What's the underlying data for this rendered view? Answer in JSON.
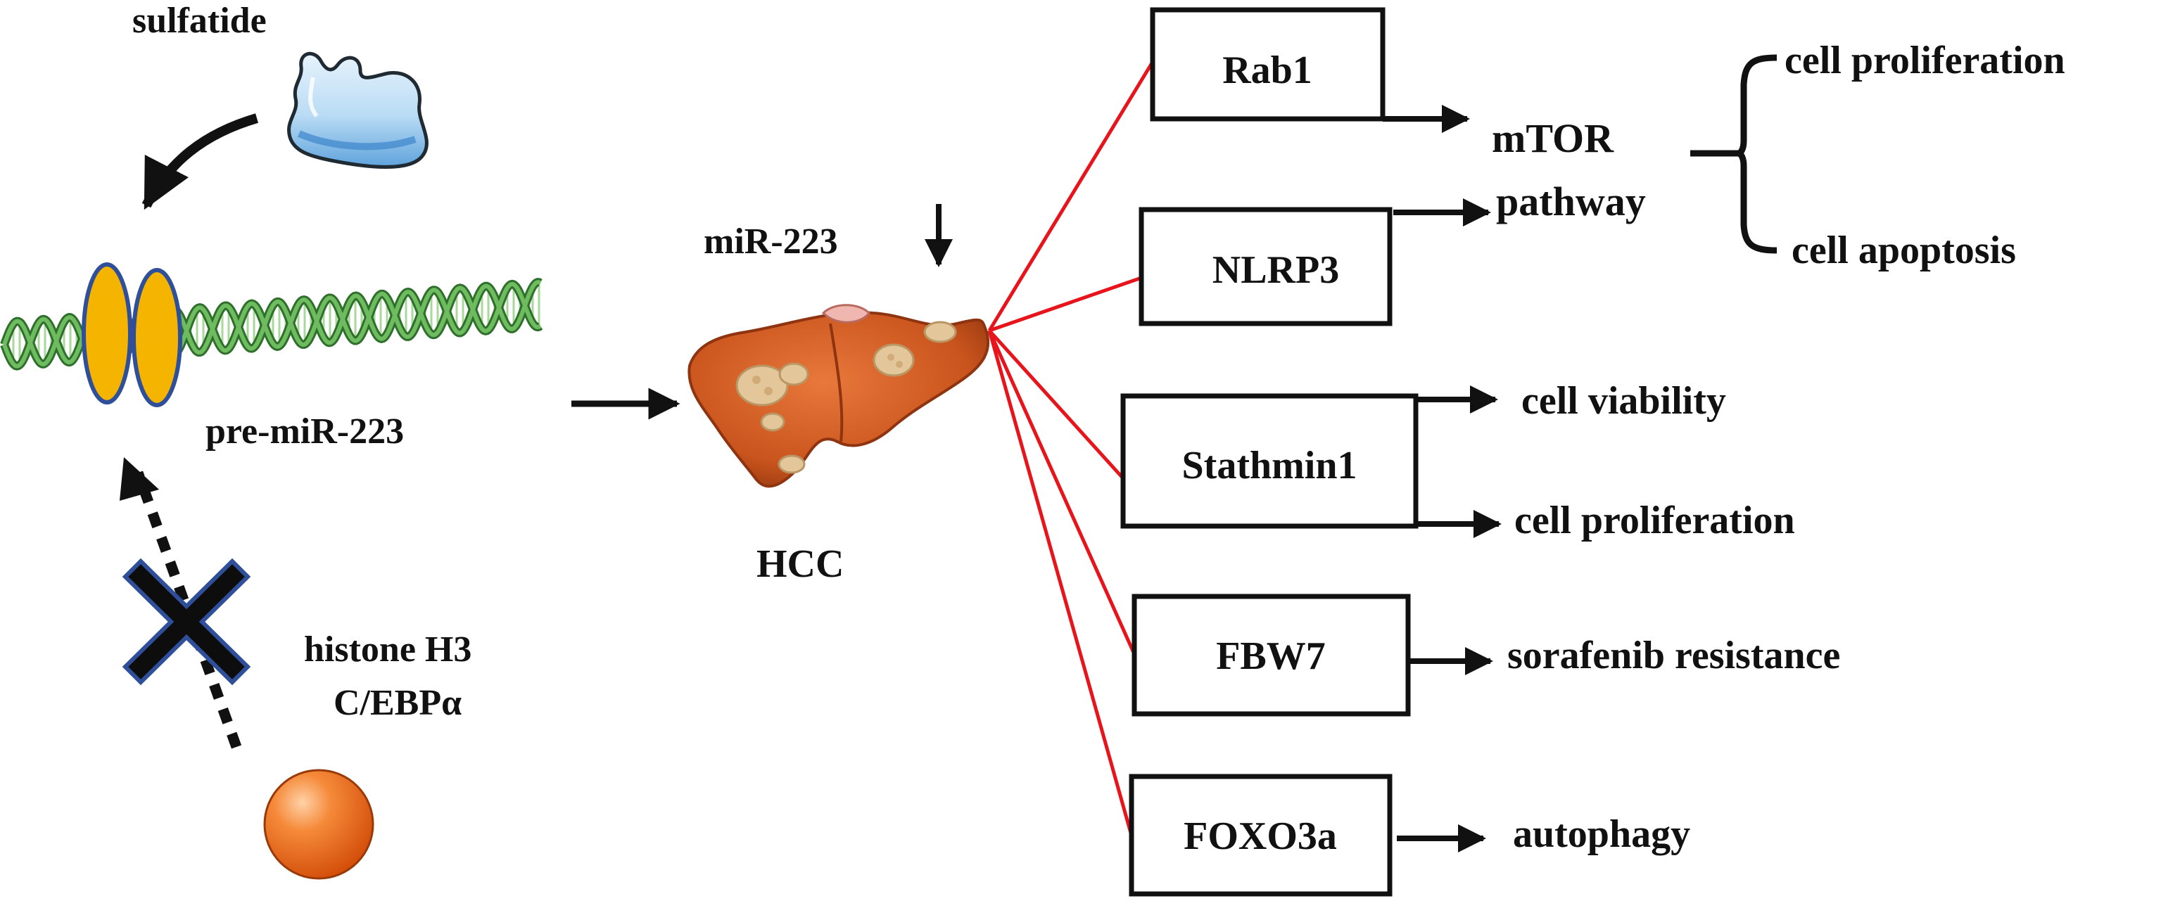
{
  "colors": {
    "ink": "#111111",
    "link_red": "#e8141b",
    "liver": "#c9541d",
    "liver_dark": "#8e3410",
    "tumor": "#e3c79a",
    "dna_green": "#3f8f3a",
    "dna_light": "#a9d89b",
    "nucleosome": "#f5b400",
    "nucleosome_edge": "#2f4f9a",
    "cross_fill": "#0d0d0d",
    "cross_edge": "#2f4f9a",
    "sulfatide": "#a9cfee",
    "sulfatide_edge": "#1f2a33",
    "ball": "#ef6a14"
  },
  "labels": {
    "sulfatide": "sulfatide",
    "pre_mir": "pre-miR-223",
    "histone": "histone H3",
    "cebpa": "C/EBPα",
    "mir223": "miR-223",
    "hcc": "HCC",
    "mtor_line1": "mTOR",
    "mtor_line2": "pathway",
    "cell_proliferation_top": "cell proliferation",
    "cell_apoptosis": "cell apoptosis",
    "cell_viability": "cell viability",
    "cell_proliferation_mid": "cell proliferation",
    "sorafenib": "sorafenib resistance",
    "autophagy": "autophagy"
  },
  "targets": [
    {
      "name": "Rab1"
    },
    {
      "name": "NLRP3"
    },
    {
      "name": "Stathmin1"
    },
    {
      "name": "FBW7"
    },
    {
      "name": "FOXO3a"
    }
  ],
  "icons": {
    "sulfatide": "sulfatide-molecule-icon",
    "dna": "dna-helix-icon",
    "liver": "liver-hcc-icon",
    "ball": "protein-ball-icon",
    "block": "block-cross-icon"
  }
}
